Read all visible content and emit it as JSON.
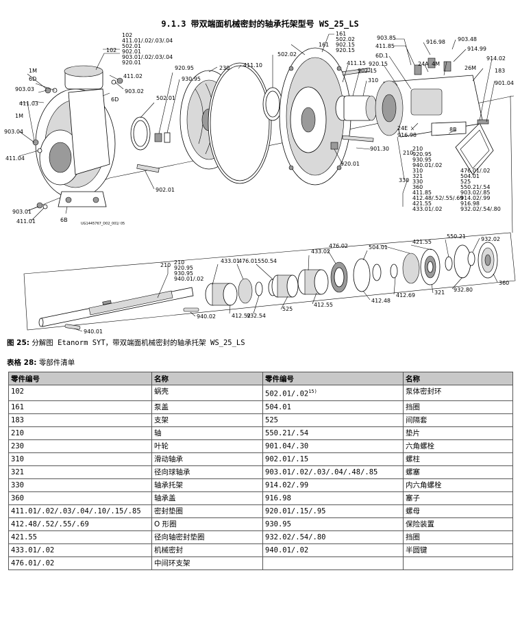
{
  "section_title": "9.1.3 带双端面机械密封的轴承托架型号 WS_25_LS",
  "figure": {
    "label": "图 25:",
    "caption": "分解图 Etanorm SYT，带双端面机械密封的轴承托架 WS_25_LS",
    "drawing_id": "UG1445767_D02_001/ 05",
    "callouts": {
      "c102": "102",
      "c102_list": [
        "102",
        "411.01/.02/.03/.04",
        "502.01",
        "902.01",
        "903.01/.02/.03/.04",
        "920.01"
      ],
      "c161_list": [
        "161",
        "502.02",
        "902.15",
        "920.15"
      ],
      "c1M_a": "1M",
      "c6D_a": "6D",
      "c411_02": "411.02",
      "c903_03": "903.03",
      "c903_02": "903.02",
      "c6D_b": "6D",
      "c411_03": "411.03",
      "c1M_b": "1M",
      "c903_04": "903.04",
      "c411_04": "411.04",
      "c903_01": "903.01",
      "c411_01": "411.01",
      "c6B_a": "6B",
      "c502_01": "502.01",
      "c920_95": "920.95",
      "c930_95": "930.95",
      "c230": "230",
      "c411_10": "411.10",
      "c502_02": "502.02",
      "c161": "161",
      "c411_15": "411.15",
      "c902_15": "902.15",
      "c310": "310",
      "c901_30": "901.30",
      "c920_01": "920.01",
      "c902_01": "902.01",
      "c903_85": "903.85",
      "c411_85": "411.85",
      "c6D_1": "6D.1",
      "c920_15": "920.15",
      "c916_98_a": "916.98",
      "c903_48": "903.48",
      "c914_99": "914.99",
      "c24A": "24A",
      "c4M": "4M",
      "c26M": "26M",
      "c914_02": "914.02",
      "c183": "183",
      "c901_04": "901.04",
      "c24E": "24E",
      "c916_98_b": "916.98",
      "c8B": "8B",
      "c330": "330",
      "c210_group": [
        "210",
        "920.95",
        "930.95",
        "940.01/.02"
      ],
      "c330_list_a": [
        "310",
        "321",
        "330",
        "360",
        "411.85",
        "412.48/.52/.55/.69",
        "421.55",
        "433.01/.02"
      ],
      "c330_list_b": [
        "476.01/.02",
        "504.01",
        "525",
        "550.21/.54",
        "903.02/.85",
        "914.02/.99",
        "916.98",
        "932.02/.54/.80"
      ],
      "c210_shaft": "210",
      "c210_shaft_list": [
        "210",
        "920.95",
        "930.95",
        "940.01/.02"
      ],
      "c433_01": "433.01",
      "c476_01": "476.01",
      "c550_54": "550.54",
      "c433_02": "433.02",
      "c476_02": "476.02",
      "c504_01": "504.01",
      "c421_55": "421.55",
      "c550_21": "550.21",
      "c932_02": "932.02",
      "c412_52": "412.52",
      "c932_54": "932.54",
      "c525": "525",
      "c412_55": "412.55",
      "c412_48": "412.48",
      "c412_69": "412.69",
      "c321": "321",
      "c932_80": "932.80",
      "c360": "360",
      "c940_02": "940.02",
      "c940_01": "940.01"
    }
  },
  "table": {
    "label": "表格 28:",
    "caption": "零部件清单",
    "headers": [
      "零件编号",
      "名称",
      "零件编号",
      "名称"
    ],
    "rows": [
      [
        "102",
        "蜗壳",
        "502.01/.02",
        "泵体密封环"
      ],
      [
        "161",
        "泵盖",
        "504.01",
        "挡圈"
      ],
      [
        "183",
        "支架",
        "525",
        "间隔套"
      ],
      [
        "210",
        "轴",
        "550.21/.54",
        "垫片"
      ],
      [
        "230",
        "叶轮",
        "901.04/.30",
        "六角螺栓"
      ],
      [
        "310",
        "滑动轴承",
        "902.01/.15",
        "螺柱"
      ],
      [
        "321",
        "径向球轴承",
        "903.01/.02/.03/.04/.48/.85",
        "螺塞"
      ],
      [
        "330",
        "轴承托架",
        "914.02/.99",
        "内六角螺栓"
      ],
      [
        "360",
        "轴承盖",
        "916.98",
        "塞子"
      ],
      [
        "411.01/.02/.03/.04/.10/.15/.85",
        "密封垫圈",
        "920.01/.15/.95",
        "螺母"
      ],
      [
        "412.48/.52/.55/.69",
        "O 形圈",
        "930.95",
        "保险装置"
      ],
      [
        "421.55",
        "径向轴密封垫圈",
        "932.02/.54/.80",
        "挡圈"
      ],
      [
        "433.01/.02",
        "机械密封",
        "940.01/.02",
        "半圆键"
      ],
      [
        "476.01/.02",
        "中间环支架",
        "",
        ""
      ]
    ],
    "footnote_marker": "15)"
  }
}
